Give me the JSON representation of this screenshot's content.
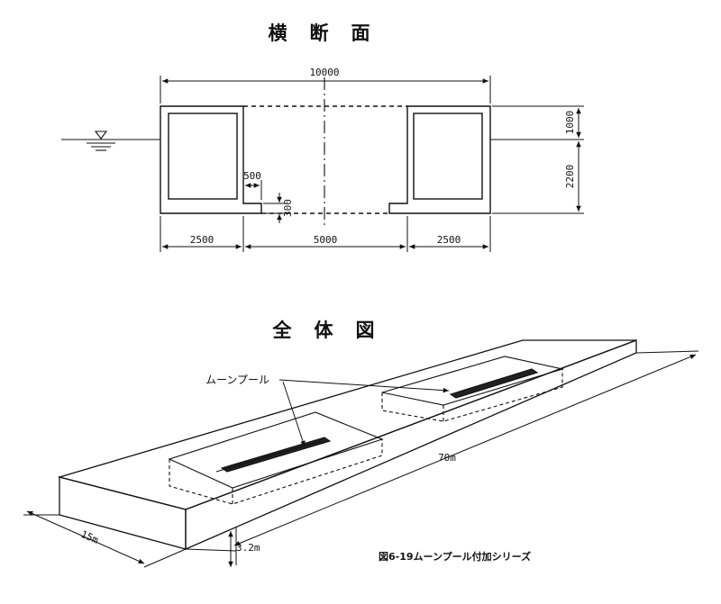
{
  "cross_section": {
    "title": "横　断　面",
    "dim_total_width": "10000",
    "dim_left": "2500",
    "dim_center": "5000",
    "dim_right": "2500",
    "dim_top_height": "1000",
    "dim_bottom_height": "2200",
    "dim_step_width": "500",
    "dim_step_height": "300"
  },
  "overview": {
    "title": "全　体　図",
    "moonpool_label": "ムーンプール",
    "length_label": "70m",
    "width_label": "15m",
    "depth_label": "3.2m"
  },
  "caption": "図6-19ムーンプール付加シリーズ"
}
